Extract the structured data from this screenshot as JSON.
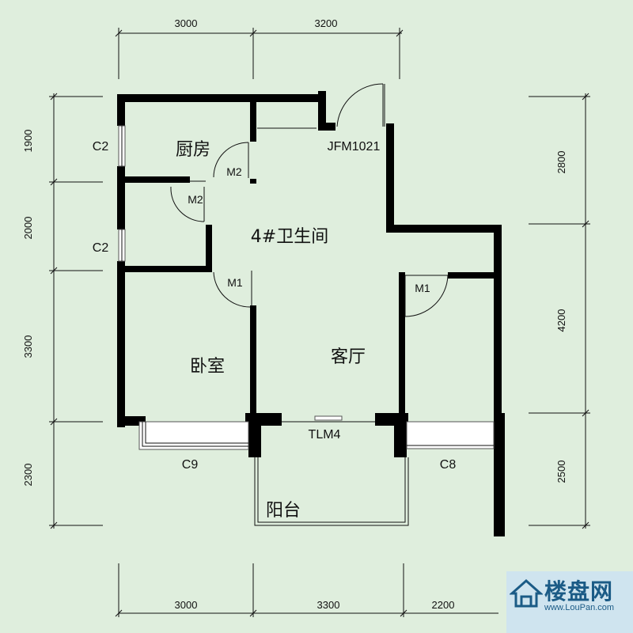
{
  "dimensions": {
    "top": [
      "3000",
      "3200"
    ],
    "bottom": [
      "3000",
      "3300",
      "2200"
    ],
    "left": [
      "1900",
      "2000",
      "3300",
      "2300"
    ],
    "right": [
      "2800",
      "4200",
      "2500"
    ]
  },
  "rooms": {
    "kitchen": "厨房",
    "bathroom": "4#卫生间",
    "bedroom": "卧室",
    "living_room": "客厅",
    "balcony": "阳台"
  },
  "doors": {
    "entry": "JFM1021",
    "m2_kitchen": "M2",
    "m2_bath": "M2",
    "m1_bedroom": "M1",
    "m1_right": "M1",
    "sliding": "TLM4"
  },
  "windows": {
    "c2_top": "C2",
    "c2_mid": "C2",
    "c9": "C9",
    "c8": "C8"
  },
  "watermark": {
    "brand": "楼盘网",
    "url": "www.LouPan.com"
  },
  "colors": {
    "background": "#dfeedd",
    "walls": "#000000",
    "logo_bg": "#cfe4ef",
    "logo_text": "#1b5b86"
  }
}
